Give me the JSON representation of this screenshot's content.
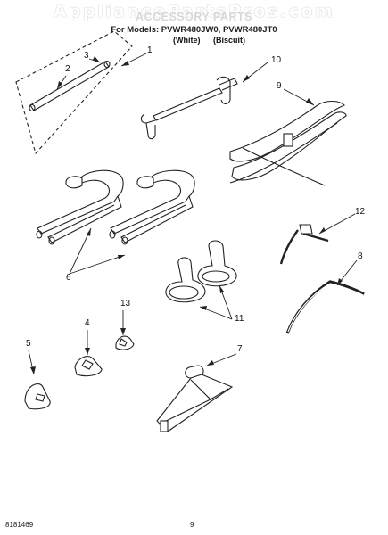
{
  "watermark": "AppliancePartsPros.com",
  "header": {
    "title": "ACCESSORY PARTS",
    "models": "For Models: PVWR480JW0, PVWR480JT0",
    "variant_white": "(White)",
    "variant_biscuit": "(Biscuit)"
  },
  "callouts": [
    "1",
    "2",
    "3",
    "10",
    "9",
    "6",
    "12",
    "8",
    "13",
    "4",
    "11",
    "5",
    "7"
  ],
  "footer": {
    "code": "8181469",
    "page": "9"
  }
}
